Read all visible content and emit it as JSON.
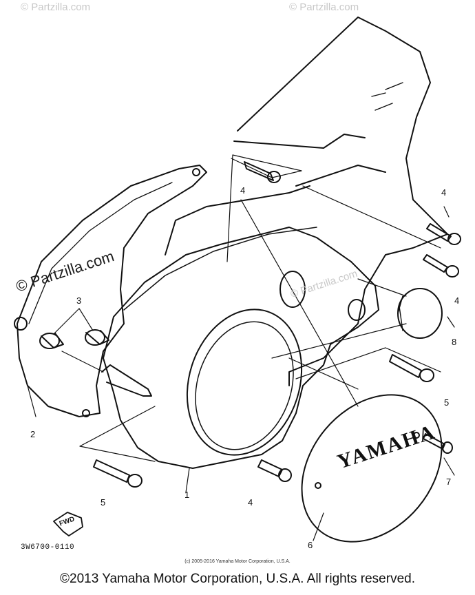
{
  "watermarks": {
    "top_left": "© Partzilla.com",
    "top_right": "© Partzilla.com",
    "mid_left": "© Partzilla.com",
    "mid_center": "© Partzilla.com"
  },
  "callouts": {
    "c1": "1",
    "c2": "2",
    "c3": "3",
    "c4_top": "4",
    "c4_right_top": "4",
    "c4_right_mid": "4",
    "c4_bottom": "4",
    "c5_left": "5",
    "c5_right": "5",
    "c6": "6",
    "c7": "7",
    "c8": "8"
  },
  "cover_logo_text": "YAMAHA",
  "fwd_label": "FWD",
  "part_code": "3W6700-0110",
  "diagram_copyright": "(c) 2005-2016 Yamaha Motor Corporation, U.S.A.",
  "footer_copyright": "©2013 Yamaha Motor Corporation, U.S.A. All rights reserved."
}
